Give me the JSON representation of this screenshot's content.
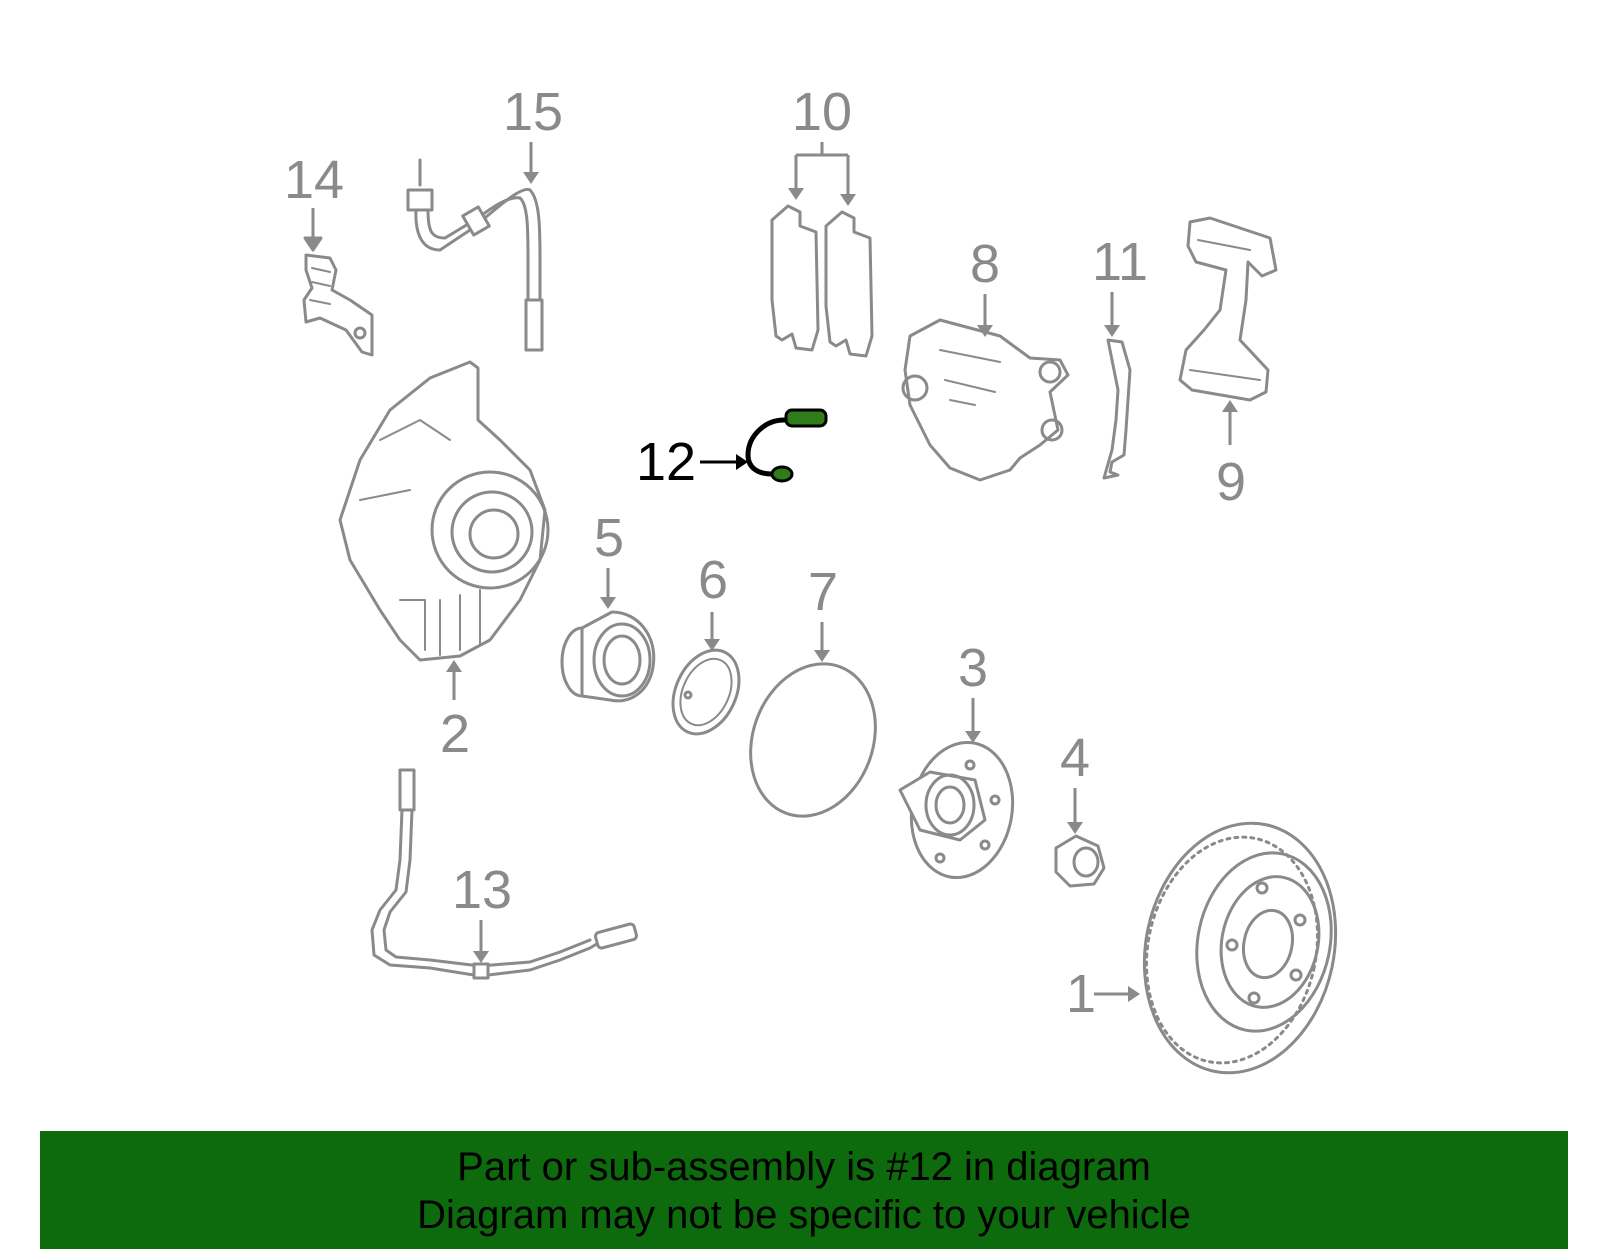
{
  "diagram": {
    "callouts": {
      "c1": "1",
      "c2": "2",
      "c3": "3",
      "c4": "4",
      "c5": "5",
      "c6": "6",
      "c7": "7",
      "c8": "8",
      "c9": "9",
      "c10": "10",
      "c11": "11",
      "c12": "12",
      "c13": "13",
      "c14": "14",
      "c15": "15"
    },
    "highlighted_part": "12",
    "colors": {
      "line": "#8a8a8a",
      "highlight": "#2f7d1a",
      "banner": "#0d6b0d"
    }
  },
  "banner": {
    "line1": "Part or sub-assembly is #12 in diagram",
    "line2": "Diagram may not be specific to your vehicle"
  }
}
